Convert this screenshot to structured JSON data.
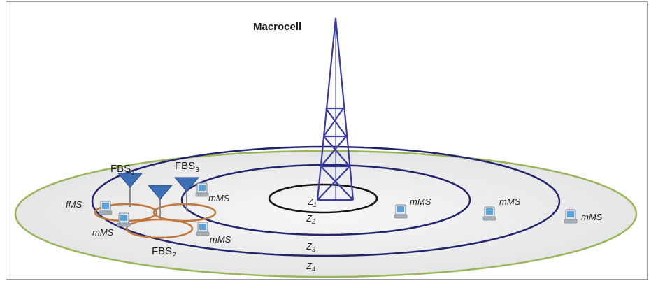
{
  "labels": {
    "macrocell": "Macrocell",
    "fbs1": "FBS",
    "fbs1_sub": "1",
    "fbs2": "FBS",
    "fbs2_sub": "2",
    "fbs3": "FBS",
    "fbs3_sub": "3",
    "fms": "fMS",
    "mms": "mMS",
    "z1": "Z",
    "z1_sub": "1",
    "z2": "Z",
    "z2_sub": "2",
    "z3": "Z",
    "z3_sub": "3",
    "z4": "Z",
    "z4_sub": "4"
  },
  "colors": {
    "outer_ring": "#9bb55a",
    "ring_navy": "#24246e",
    "inner_ring": "#111111",
    "tower": "#3a3aa8",
    "femto_ring": "#c0783c",
    "fbs_antenna": "#3d6fb4",
    "ground": "#f0f0f0"
  },
  "icons": [
    "macrocell-tower-icon",
    "fbs-antenna-icon",
    "mobile-station-icon"
  ]
}
